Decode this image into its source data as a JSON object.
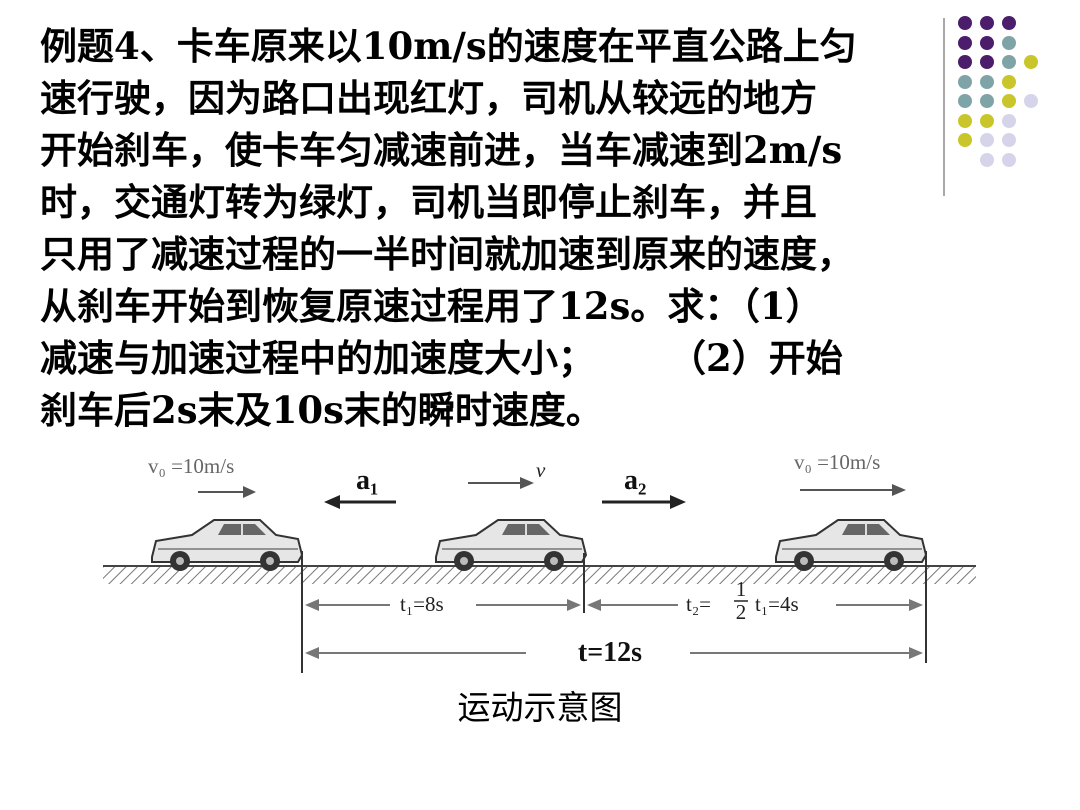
{
  "problem": {
    "lines": [
      "例题4、卡车原来以10m/s的速度在平直公路上匀",
      "速行驶，因为路口出现红灯，司机从较远的地方",
      "开始刹车，使卡车匀减速前进，当车减速到2m/s",
      "时，交通灯转为绿灯，司机当即停止刹车，并且",
      "只用了减速过程的一半时间就加速到原来的速度，",
      "从刹车开始到恢复原速过程用了12s。求：（1）",
      "减速与加速过程中的加速度大小；　　　（2）开始",
      "刹车后2s末及10s末的瞬时速度。"
    ]
  },
  "diagram": {
    "v0_left": "v₀ =10m/s",
    "a1": "a₁",
    "v_mid": "v",
    "a2": "a₂",
    "v0_right": "v₀ =10m/s",
    "t1": "t₁=8s",
    "t2_prefix": "t₂=",
    "t2_frac_num": "1",
    "t2_frac_den": "2",
    "t2_suffix": "t₁=4s",
    "t_total": "t=12s"
  },
  "caption": "运动示意图",
  "decor": {
    "dot_colors": {
      "purple": "#4b1d6b",
      "teal": "#7fa4a8",
      "yellow": "#c9c62b",
      "lavender": "#d6d4ea"
    },
    "dot_grid": [
      [
        "purple",
        "purple",
        "purple",
        ""
      ],
      [
        "purple",
        "purple",
        "teal",
        ""
      ],
      [
        "purple",
        "purple",
        "teal",
        "yellow"
      ],
      [
        "teal",
        "teal",
        "yellow",
        ""
      ],
      [
        "teal",
        "teal",
        "yellow",
        "lavender"
      ],
      [
        "yellow",
        "yellow",
        "lavender",
        ""
      ],
      [
        "yellow",
        "lavender",
        "lavender",
        ""
      ],
      [
        "",
        "lavender",
        "lavender",
        ""
      ]
    ]
  }
}
